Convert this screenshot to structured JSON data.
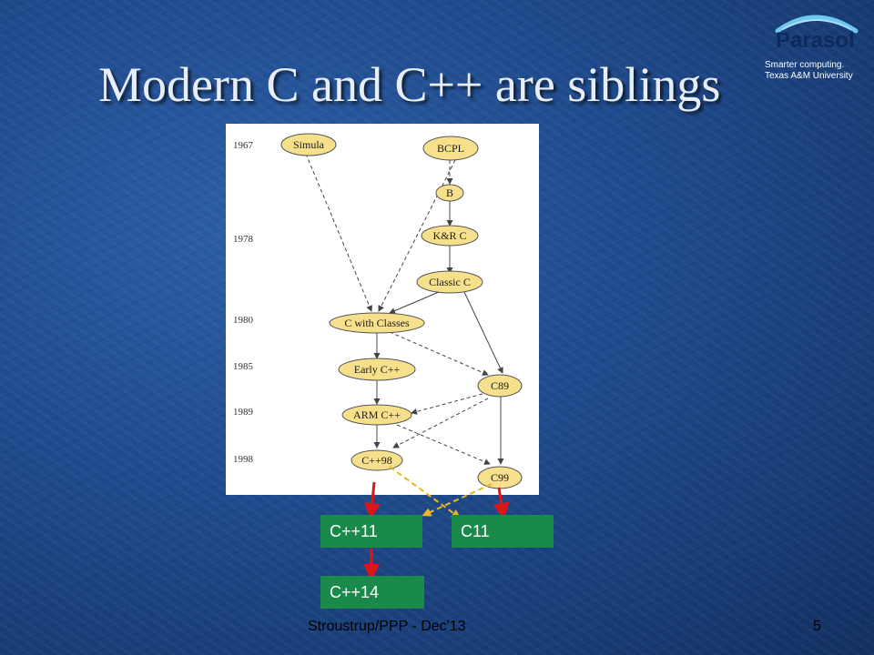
{
  "slide": {
    "title": "Modern C and C++ are siblings",
    "footer": "Stroustrup/PPP - Dec'13",
    "page_number": "5"
  },
  "logo": {
    "name": "Parasol",
    "tagline": "Smarter computing.",
    "institution": "Texas A&M University"
  },
  "diagram": {
    "years": [
      "1967",
      "1978",
      "1980",
      "1985",
      "1989",
      "1998"
    ],
    "nodes": {
      "simula": "Simula",
      "bcpl": "BCPL",
      "b": "B",
      "kr_c": "K&R C",
      "classic_c": "Classic C",
      "c_with_classes": "C with Classes",
      "early_cpp": "Early C++",
      "c89": "C89",
      "arm_cpp": "ARM C++",
      "cpp98": "C++98",
      "c99": "C99"
    },
    "new_standards": {
      "cpp11": "C++11",
      "c11": "C11",
      "cpp14": "C++14"
    }
  },
  "colors": {
    "node_fill": "#f7e08c",
    "standard_box": "#1a8a4a",
    "red_arrow": "#d81818",
    "yellow_arrow": "#e8b820"
  }
}
